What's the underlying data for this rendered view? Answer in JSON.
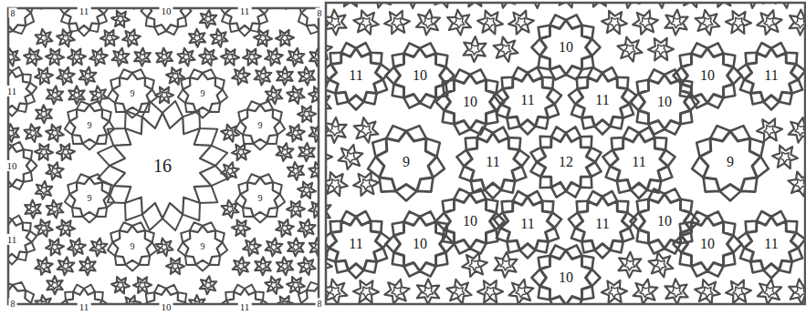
{
  "diagram": {
    "labels": [
      "8",
      "11",
      "10",
      "11",
      "8",
      "9",
      "9",
      "11",
      "9",
      "9",
      "10",
      "16",
      "9",
      "9",
      "11",
      "9",
      "9",
      "8",
      "11",
      "10",
      "11",
      "8",
      "10",
      "11",
      "10",
      "10",
      "11",
      "10",
      "11",
      "11",
      "10",
      "9",
      "11",
      "12",
      "11",
      "9",
      "10",
      "11",
      "11",
      "10",
      "11",
      "10",
      "10",
      "11",
      "10"
    ]
  }
}
